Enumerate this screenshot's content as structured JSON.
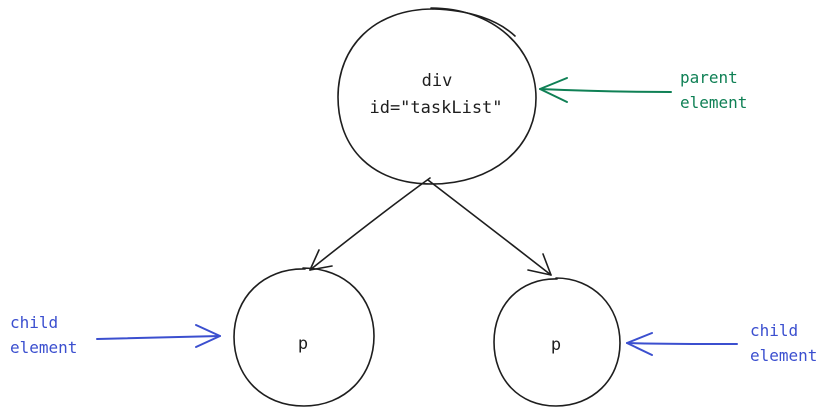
{
  "nodes": {
    "parent": {
      "line1": "div",
      "line2": "id=\"taskList\""
    },
    "child_left": {
      "label": "p"
    },
    "child_right": {
      "label": "p"
    }
  },
  "annotations": {
    "parent": {
      "line1": "parent",
      "line2": "element",
      "color": "#0f8055"
    },
    "child_left": {
      "line1": "child",
      "line2": "element",
      "color": "#3b4fcf"
    },
    "child_right": {
      "line1": "child",
      "line2": "element",
      "color": "#3b4fcf"
    }
  },
  "colors": {
    "ink": "#1e1e1e",
    "green": "#0f8055",
    "blue": "#3b4fcf"
  }
}
